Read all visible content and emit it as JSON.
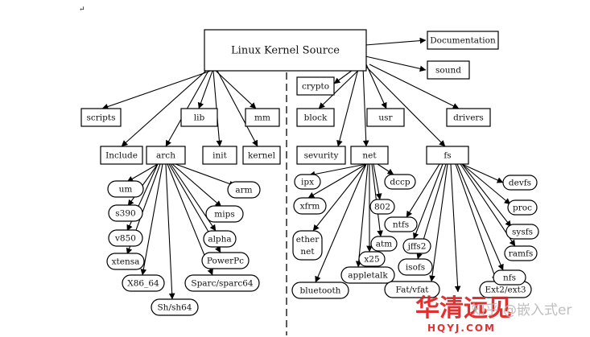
{
  "diagram": {
    "nodes": {
      "root": "Linux Kernel Source",
      "documentation": "Documentation",
      "sound": "sound",
      "crypto": "crypto",
      "scripts": "scripts",
      "lib": "lib",
      "mm": "mm",
      "block": "block",
      "usr": "usr",
      "drivers": "drivers",
      "include": "Include",
      "arch": "arch",
      "init": "init",
      "kernel": "kernel",
      "security": "sevurity",
      "net": "net",
      "fs": "fs",
      "arch_um": "um",
      "arch_s390": "s390",
      "arch_v850": "v850",
      "arch_xtensa": "xtensa",
      "arch_x86_64": "X86_64",
      "arch_sh": "Sh/sh64",
      "arch_sparc": "Sparc/sparc64",
      "arch_powerpc": "PowerPc",
      "arch_alpha": "alpha",
      "arch_mips": "mips",
      "arch_arm": "arm",
      "net_ipx": "ipx",
      "net_xfrm": "xfrm",
      "net_ethernet_line1": "ether",
      "net_ethernet_line2": "net",
      "net_bluetooth": "bluetooth",
      "net_appletalk": "appletalk",
      "net_x25": "x25",
      "net_atm": "atm",
      "net_802": "802",
      "net_dccp": "dccp",
      "fs_ntfs": "ntfs",
      "fs_jffs2": "jffs2",
      "fs_isofs": "isofs",
      "fs_fat": "Fat/vfat",
      "fs_ext": "Ext2/ext3",
      "fs_nfs": "nfs",
      "fs_ramfs": "ramfs",
      "fs_sysfs": "sysfs",
      "fs_proc": "proc",
      "fs_devfs": "devfs"
    }
  },
  "watermark": {
    "brand": "华清远见",
    "url": "HQYJ.COM",
    "platform": "知乎 @嵌入式er"
  }
}
